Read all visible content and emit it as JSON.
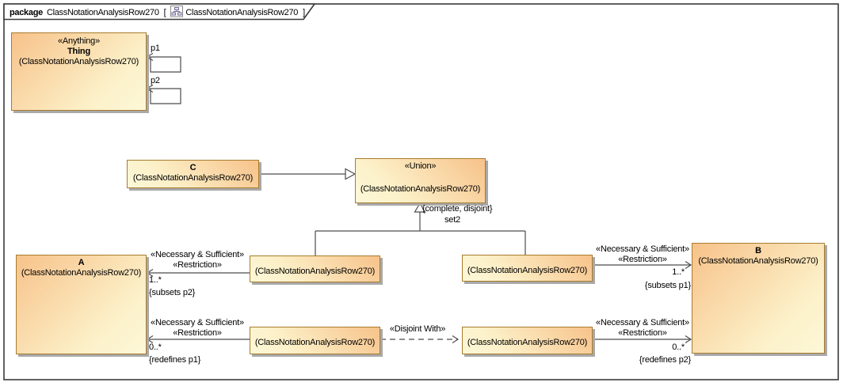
{
  "header": {
    "keyword": "package",
    "package_name": "ClassNotationAnalysisRow270",
    "open_bracket": "[",
    "diagram_name": "ClassNotationAnalysisRow270",
    "close_bracket": "]"
  },
  "colors": {
    "box_fill_dark": "#f7c28a",
    "box_fill_light": "#fdf8d8",
    "box_border": "#a87c2e",
    "box_shadow": "#a9a9a9",
    "connector": "#4c4c4c",
    "frame": "#3a3a3a"
  },
  "nodes": {
    "thing": {
      "stereotype": "«Anything»",
      "name": "Thing",
      "package": "(ClassNotationAnalysisRow270)"
    },
    "c": {
      "name": "C",
      "package": "(ClassNotationAnalysisRow270)"
    },
    "union": {
      "stereotype": "«Union»",
      "package": "(ClassNotationAnalysisRow270)"
    },
    "a": {
      "name": "A",
      "package": "(ClassNotationAnalysisRow270)"
    },
    "b": {
      "name": "B",
      "package": "(ClassNotationAnalysisRow270)"
    },
    "restriction": {
      "package": "(ClassNotationAnalysisRow270)"
    }
  },
  "edge_labels": {
    "p1": "p1",
    "p2": "p2",
    "generalization_set_constraint": "{complete, disjoint}",
    "generalization_set_name": "set2",
    "necessary_sufficient": "«Necessary & Sufficient»",
    "restriction": "«Restriction»",
    "mult_one_star": "1..*",
    "mult_zero_star": "0..*",
    "subsets_p2": "{subsets p2}",
    "redefines_p1": "{redefines p1}",
    "subsets_p1": "{subsets p1}",
    "redefines_p2": "{redefines p2}",
    "disjoint_with": "«Disjoint With»"
  }
}
